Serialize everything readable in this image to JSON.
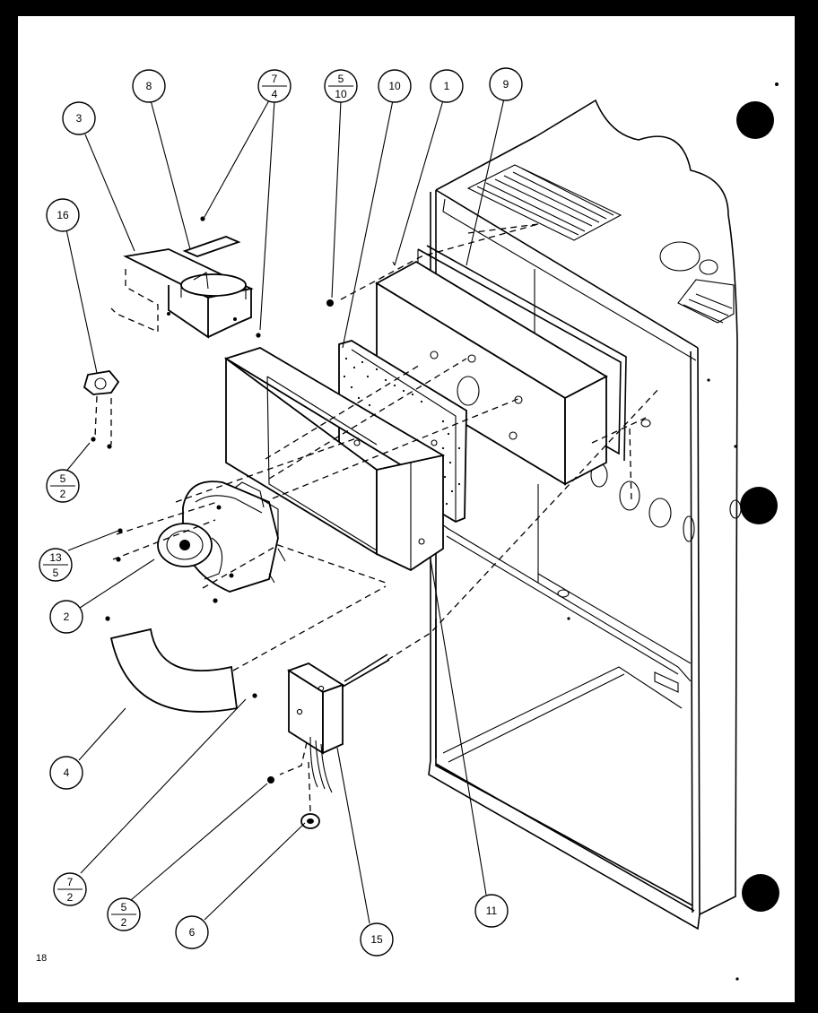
{
  "page_number": "18",
  "callouts": [
    {
      "id": "c3",
      "top": "3"
    },
    {
      "id": "c8",
      "top": "8"
    },
    {
      "id": "c7-4",
      "top": "7",
      "bottom": "4"
    },
    {
      "id": "c5-10",
      "top": "5",
      "bottom": "10"
    },
    {
      "id": "c10",
      "top": "10"
    },
    {
      "id": "c1",
      "top": "1"
    },
    {
      "id": "c9",
      "top": "9"
    },
    {
      "id": "c16",
      "top": "16"
    },
    {
      "id": "c5-2a",
      "top": "5",
      "bottom": "2"
    },
    {
      "id": "c13-5",
      "top": "13",
      "bottom": "5"
    },
    {
      "id": "c2",
      "top": "2"
    },
    {
      "id": "c4",
      "top": "4"
    },
    {
      "id": "c7-2",
      "top": "7",
      "bottom": "2"
    },
    {
      "id": "c5-2b",
      "top": "5",
      "bottom": "2"
    },
    {
      "id": "c6",
      "top": "6"
    },
    {
      "id": "c15",
      "top": "15"
    },
    {
      "id": "c11",
      "top": "11"
    }
  ]
}
